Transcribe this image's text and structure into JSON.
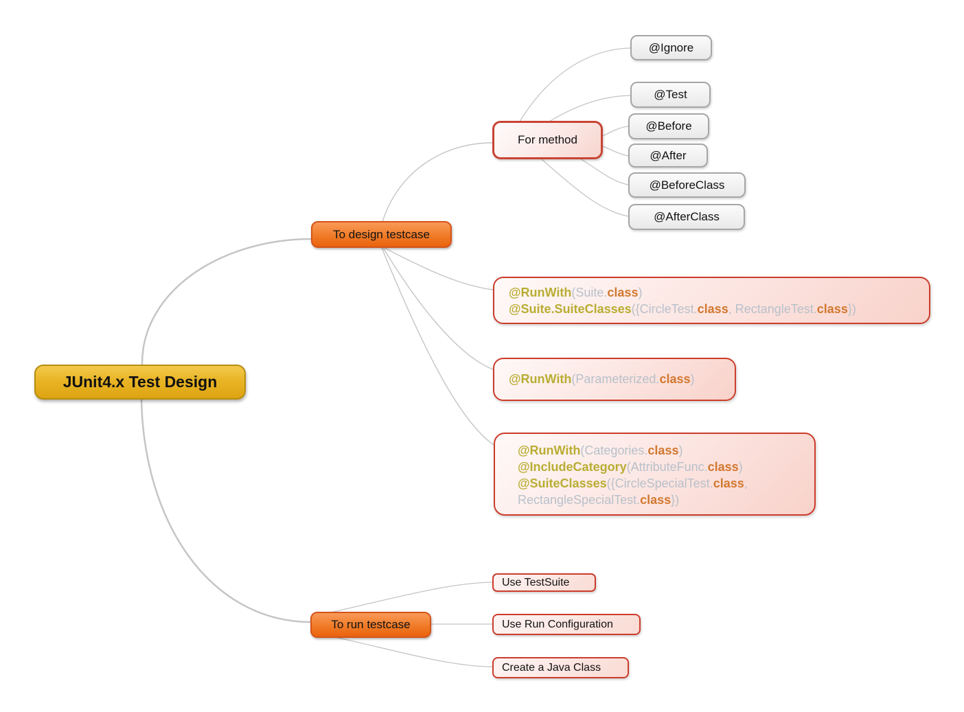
{
  "diagram": {
    "type": "mindmap",
    "title": "JUnit4.x Test Design"
  },
  "root": {
    "label": "JUnit4.x Test Design"
  },
  "branches": {
    "design": {
      "label": "To design testcase"
    },
    "run": {
      "label": "To run testcase"
    }
  },
  "for_method": {
    "label": "For method"
  },
  "method_annotations": [
    {
      "label": "@Ignore"
    },
    {
      "label": "@Test"
    },
    {
      "label": "@Before"
    },
    {
      "label": "@After"
    },
    {
      "label": "@BeforeClass"
    },
    {
      "label": "@AfterClass"
    }
  ],
  "code_boxes": {
    "suite": {
      "lines": [
        [
          {
            "t": "@RunWith",
            "c": "ca"
          },
          {
            "t": "(Suite.",
            "c": "ci"
          },
          {
            "t": "class",
            "c": "ck"
          },
          {
            "t": ")",
            "c": "ci"
          }
        ],
        [
          {
            "t": "@Suite.SuiteClasses",
            "c": "ca"
          },
          {
            "t": "({CircleTest.",
            "c": "ci"
          },
          {
            "t": "class",
            "c": "ck"
          },
          {
            "t": ", RectangleTest.",
            "c": "ci"
          },
          {
            "t": "class",
            "c": "ck"
          },
          {
            "t": "})",
            "c": "ci"
          }
        ]
      ]
    },
    "parameterized": {
      "lines": [
        [
          {
            "t": "@RunWith",
            "c": "ca"
          },
          {
            "t": "(Parameterized.",
            "c": "ci"
          },
          {
            "t": "class",
            "c": "ck"
          },
          {
            "t": ")",
            "c": "ci"
          }
        ]
      ]
    },
    "categories": {
      "lines": [
        [
          {
            "t": "@RunWith",
            "c": "ca"
          },
          {
            "t": "(Categories.",
            "c": "ci"
          },
          {
            "t": "class",
            "c": "ck"
          },
          {
            "t": ")",
            "c": "ci"
          }
        ],
        [
          {
            "t": "@IncludeCategory",
            "c": "ca"
          },
          {
            "t": "(AttributeFunc.",
            "c": "ci"
          },
          {
            "t": "class",
            "c": "ck"
          },
          {
            "t": ")",
            "c": "ci"
          }
        ],
        [
          {
            "t": "@SuiteClasses",
            "c": "ca"
          },
          {
            "t": "({CircleSpecialTest.",
            "c": "ci"
          },
          {
            "t": "class",
            "c": "ck"
          },
          {
            "t": ",",
            "c": "ci"
          }
        ],
        [
          {
            "t": "RectangleSpecialTest.",
            "c": "ci"
          },
          {
            "t": "class",
            "c": "ck"
          },
          {
            "t": "})",
            "c": "ci"
          }
        ]
      ]
    }
  },
  "run_children": [
    {
      "label": "Use TestSuite"
    },
    {
      "label": "Use Run Configuration"
    },
    {
      "label": "Create a Java Class"
    }
  ],
  "colors": {
    "root_fill_top": "#f3c94d",
    "root_fill_bottom": "#dda312",
    "root_border": "#b68d10",
    "branch_fill_top": "#f99a58",
    "branch_fill_bottom": "#ea630d",
    "branch_border": "#d5531b",
    "red_border": "#cc3c2b",
    "pink_fill_top": "#fef9f8",
    "pink_fill_bottom": "#f8d2ca",
    "gray_border": "#a6a6a6",
    "gray_fill_top": "#fbfbfb",
    "gray_fill_bottom": "#e9e9e9",
    "edge": "#c5c5c5",
    "code_annotation": "#b9ad33",
    "code_identifier": "#b8c0cb",
    "code_class": "#d27830",
    "text": "#111111"
  }
}
